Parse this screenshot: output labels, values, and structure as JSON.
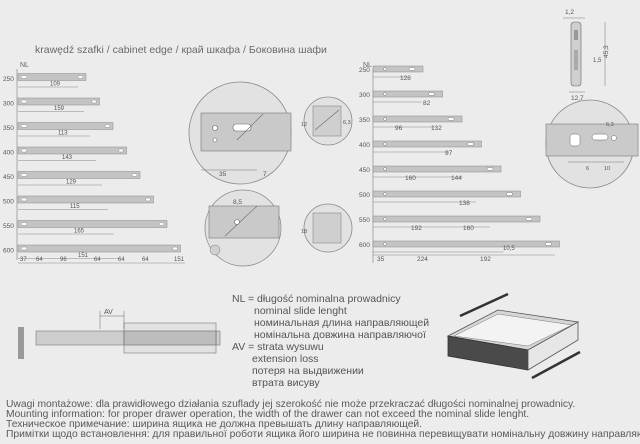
{
  "cabinet_edge_label": "krawędź szafki / cabinet edge / край шкафа / Боковина шафи",
  "nl_label": "NL",
  "left_sizes": [
    "250",
    "300",
    "350",
    "400",
    "450",
    "500",
    "550",
    "600"
  ],
  "left_dims": [
    "109",
    "159",
    "113",
    "143",
    "129",
    "115",
    "165",
    "151"
  ],
  "left_bottom_dims": [
    "37",
    "64",
    "96",
    "64",
    "64",
    "64",
    "151"
  ],
  "right_sizes": [
    "250",
    "300",
    "350",
    "400",
    "450",
    "500",
    "550",
    "600"
  ],
  "right_dims": {
    "d128": "128",
    "d82": "82",
    "d96": "96",
    "d132": "132",
    "d97": "97",
    "d160a": "160",
    "d144": "144",
    "d138": "138",
    "d192a": "192",
    "d160b": "160",
    "d35": "35",
    "d224": "224",
    "d192b": "192",
    "d105": "10,5"
  },
  "profile_dims": {
    "w": "1,2",
    "h": "45,3",
    "t": "1,5",
    "b": "12,7"
  },
  "detail_dims": {
    "c1": "35",
    "c2": "7",
    "c3": "12",
    "c4": "18",
    "c5": "8,5",
    "c6": "6,3",
    "c7": "6",
    "c8": "10"
  },
  "av_label": "AV",
  "legend": {
    "nl": [
      "NL = długość nominalna prowadnicy",
      "nominal slide lenght",
      "номинальная длина направляющей",
      "номінальна довжина направляючої"
    ],
    "av": [
      "AV = strata wysuwu",
      "extension loss",
      "потеря на выдвижении",
      "втрата висуву"
    ]
  },
  "notes": [
    "Uwagi montażowe: dla prawidłowego działania szuflady jej szerokość nie może przekraczać długości nominalnej prowadnicy.",
    "Mounting information: for proper drawer operation, the width of the drawer can not exceed the nominal slide lenght.",
    "Техническое примечание: ширина ящика не должна превышать длину направляющей.",
    "Примітки щодо встановлення: для правильної роботи ящика його ширина не повинна перевищувати номінальну довжину направляючої."
  ],
  "colors": {
    "background": "#ececec",
    "slide": "#c4c4c4",
    "line": "#8a8a8a"
  }
}
